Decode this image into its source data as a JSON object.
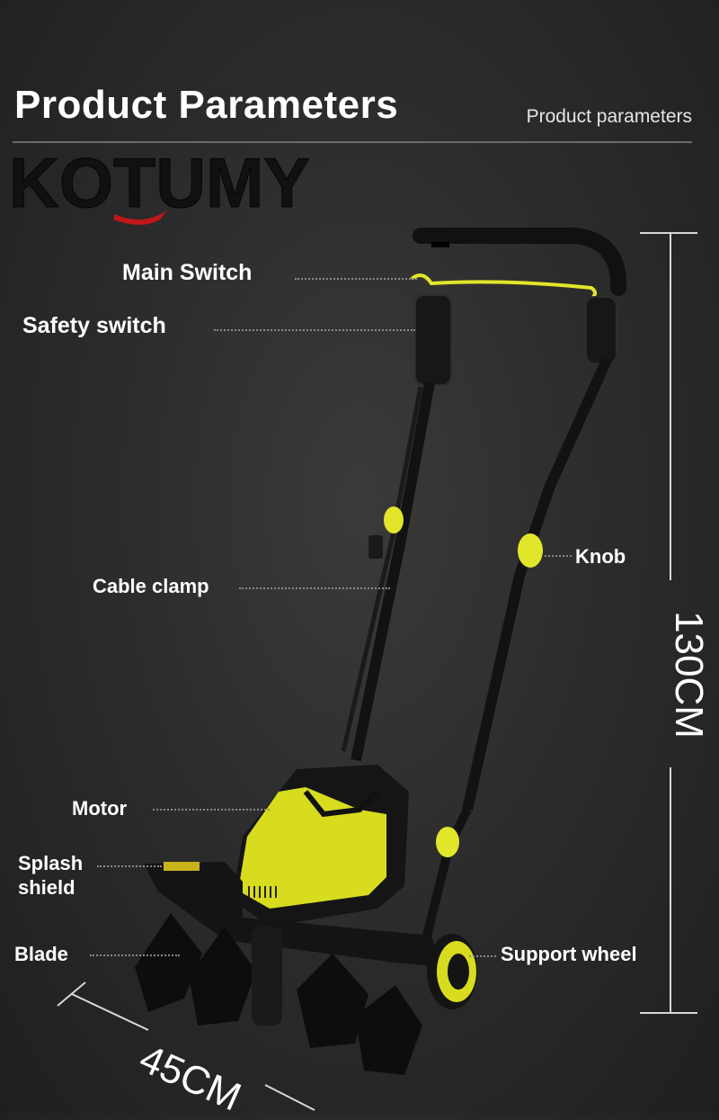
{
  "header": {
    "title": "Product Parameters",
    "subtitle": "Product parameters"
  },
  "brand": {
    "logo_text": "KOTUMY"
  },
  "callouts": {
    "main_switch": "Main Switch",
    "safety_switch": "Safety switch",
    "knob": "Knob",
    "cable_clamp": "Cable clamp",
    "motor": "Motor",
    "splash_shield_line1": "Splash",
    "splash_shield_line2": "shield",
    "blade": "Blade",
    "support_wheel": "Support wheel"
  },
  "dimensions": {
    "height": "130CM",
    "width": "45CM"
  },
  "colors": {
    "accent": "#e2e62a",
    "body": "#1b1b1b",
    "logo_red": "#c0161a"
  }
}
